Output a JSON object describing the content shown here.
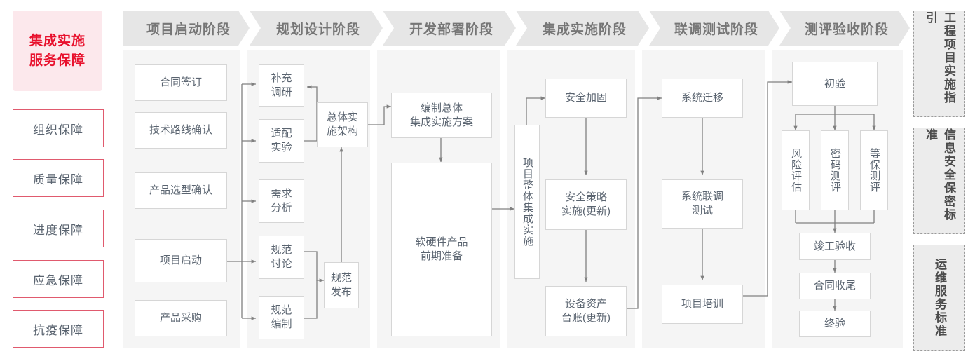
{
  "sidebar": {
    "title": "集成实施\n服务保障",
    "title_line1": "集成实施",
    "title_line2": "服务保障",
    "items": [
      {
        "label": "组织保障"
      },
      {
        "label": "质量保障"
      },
      {
        "label": "进度保障"
      },
      {
        "label": "应急保障"
      },
      {
        "label": "抗疫保障"
      }
    ],
    "accent_color": "#e8112d",
    "fill_color": "#fce8ec",
    "border_color": "#e05a6e"
  },
  "phases": [
    {
      "label": "项目启动阶段"
    },
    {
      "label": "规划设计阶段"
    },
    {
      "label": "开发部署阶段"
    },
    {
      "label": "集成实施阶段"
    },
    {
      "label": "联调测试阶段"
    },
    {
      "label": "测评验收阶段"
    }
  ],
  "nodes": {
    "c1": [
      {
        "label": "合同签订"
      },
      {
        "label": "技术路线确认"
      },
      {
        "label": "产品选型确认"
      },
      {
        "label": "项目启动"
      },
      {
        "label": "产品采购"
      }
    ],
    "c2_left": [
      {
        "label": "补充\n调研",
        "l1": "补充",
        "l2": "调研"
      },
      {
        "label": "适配\n实验",
        "l1": "适配",
        "l2": "实验"
      },
      {
        "label": "需求\n分析",
        "l1": "需求",
        "l2": "分析"
      },
      {
        "label": "规范\n讨论",
        "l1": "规范",
        "l2": "讨论"
      },
      {
        "label": "规范\n编制",
        "l1": "规范",
        "l2": "编制"
      }
    ],
    "c2_right": [
      {
        "label": "总体实\n施架构",
        "l1": "总体实",
        "l2": "施架构"
      },
      {
        "label": "规范\n发布",
        "l1": "规范",
        "l2": "发布"
      }
    ],
    "c3": [
      {
        "label": "编制总体\n集成实施方案",
        "l1": "编制总体",
        "l2": "集成实施方案"
      },
      {
        "label": "软硬件产品\n前期准备",
        "l1": "软硬件产品",
        "l2": "前期准备"
      }
    ],
    "c4_vertical": {
      "label": "项目整体集成实施"
    },
    "c4": [
      {
        "label": "安全加固"
      },
      {
        "label": "安全策略\n实施(更新)",
        "l1": "安全策略",
        "l2": "实施(更新)"
      },
      {
        "label": "设备资产\n台账(更新)",
        "l1": "设备资产",
        "l2": "台账(更新)"
      }
    ],
    "c5": [
      {
        "label": "系统迁移"
      },
      {
        "label": "系统联调\n测试",
        "l1": "系统联调",
        "l2": "测试"
      },
      {
        "label": "项目培训"
      }
    ],
    "c6": [
      {
        "label": "初验"
      },
      {
        "label": "竣工验收"
      },
      {
        "label": "合同收尾"
      },
      {
        "label": "终验"
      }
    ],
    "c6_vertical": [
      {
        "label": "风险评估"
      },
      {
        "label": "密码测评"
      },
      {
        "label": "等保测评"
      }
    ]
  },
  "right_sidebar": [
    {
      "label": "工程项目实施指引"
    },
    {
      "label": "信息安全保密标准"
    },
    {
      "label": "运维服务标准"
    }
  ],
  "colors": {
    "panel": "#f5f5f5",
    "header_chevron": "#e6e6e6",
    "node_border": "#d6d6d6",
    "wire": "#808080",
    "text": "#5a6470"
  }
}
